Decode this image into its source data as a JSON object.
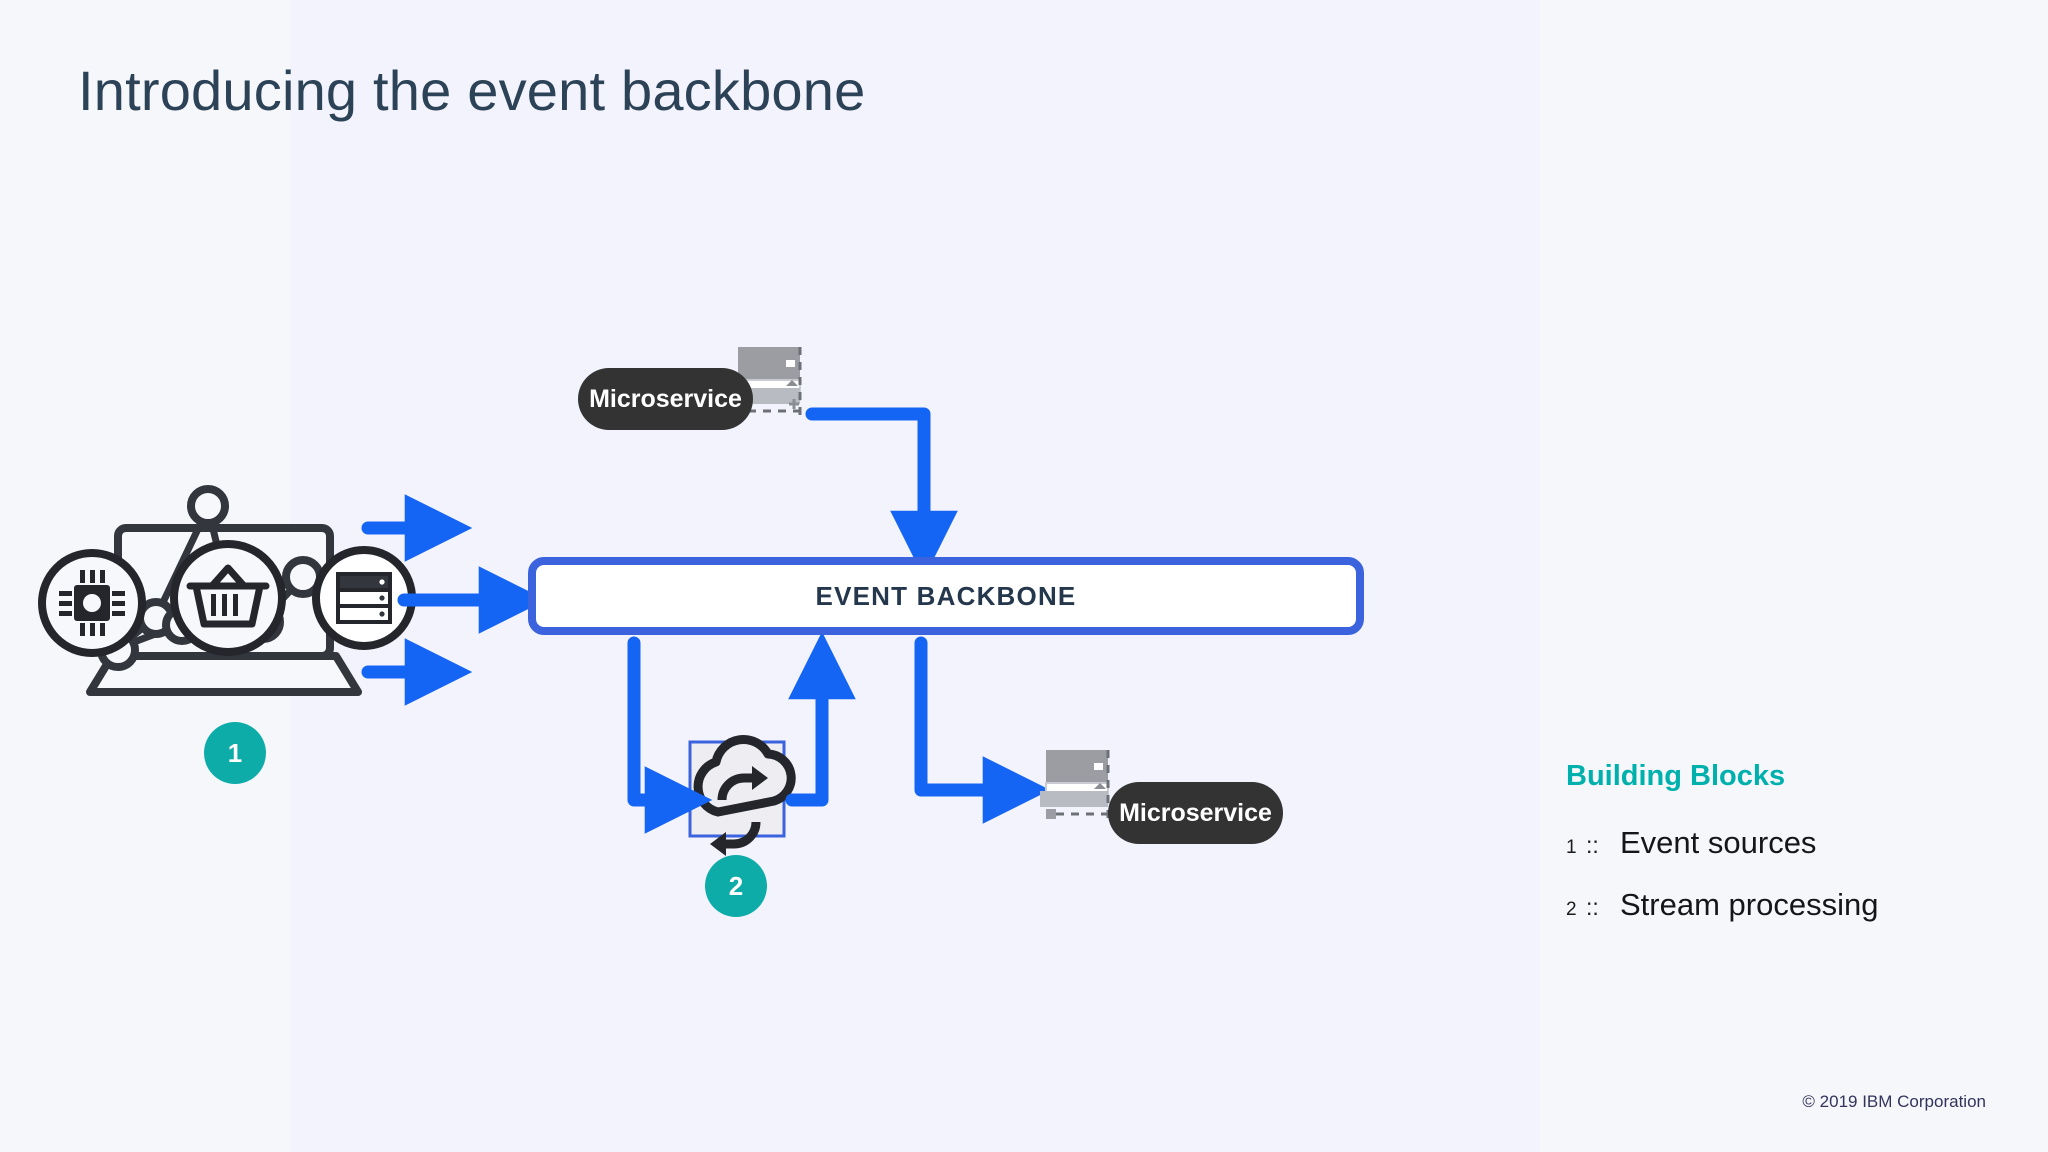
{
  "slide": {
    "title": "Introducing the event backbone",
    "footer": "© 2019 IBM Corporation",
    "background_color": "#f6f7fb"
  },
  "diagram": {
    "backbone": {
      "label": "EVENT BACKBONE",
      "border_color": "#3a63dd",
      "fill_color": "#ffffff"
    },
    "arrow_color": "#1565f5",
    "nodes": {
      "event_sources": {
        "name": "laptop-network-icon",
        "badges": [
          "chip-icon",
          "basket-icon",
          "server-icon"
        ]
      },
      "microservice_top": {
        "label": "Microservice",
        "icon": "server-stack-icon"
      },
      "microservice_bottom": {
        "label": "Microservice",
        "icon": "server-stack-icon"
      },
      "stream_processing": {
        "icon": "cloud-sync-icon",
        "frame_color": "#3a63dd"
      }
    },
    "badges": [
      {
        "number": "1",
        "color": "#0eaca8"
      },
      {
        "number": "2",
        "color": "#0eaca8"
      }
    ]
  },
  "legend": {
    "title": "Building Blocks",
    "title_color": "#00b0ac",
    "separator": "::",
    "items": [
      {
        "number": "1",
        "label": "Event sources"
      },
      {
        "number": "2",
        "label": "Stream processing"
      }
    ]
  }
}
